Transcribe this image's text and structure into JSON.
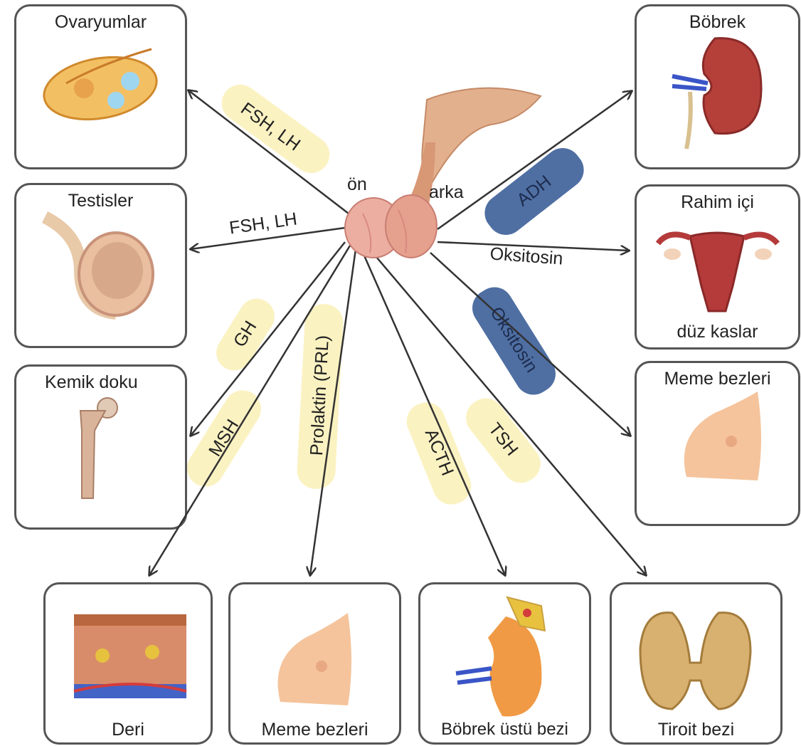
{
  "center": {
    "anterior_label": "ön",
    "posterior_label": "arka"
  },
  "targets": {
    "ovaries": "Ovaryumlar",
    "testes": "Testisler",
    "bone": "Kemik doku",
    "kidney": "Böbrek",
    "uterus_top": "Rahim içi",
    "uterus_bottom": "düz kaslar",
    "breast_right": "Meme bezleri",
    "skin": "Deri",
    "breast_bottom": "Meme bezleri",
    "adrenal": "Böbrek üstü bezi",
    "thyroid": "Tiroit bezi"
  },
  "hormones": {
    "fsh_lh_1": "FSH, LH",
    "fsh_lh_2": "FSH, LH",
    "gh": "GH",
    "msh": "MSH",
    "prl": "Prolaktin (PRL)",
    "acth": "ACTH",
    "tsh": "TSH",
    "adh": "ADH",
    "oxytocin_uterus": "Oksitosin",
    "oxytocin_breast": "Oksitosin"
  },
  "colors": {
    "anterior_highlight": "#fbf2c2",
    "posterior_highlight": "#4f6fa3",
    "arrow": "#333333"
  }
}
